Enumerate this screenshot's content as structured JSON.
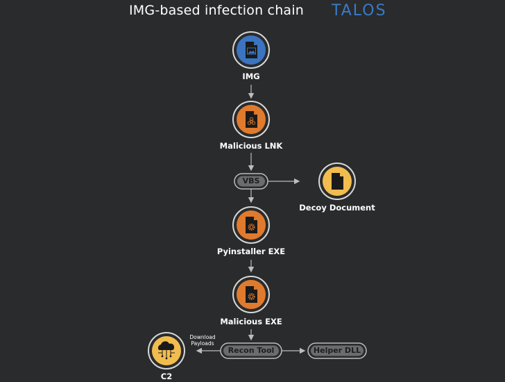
{
  "header": {
    "title": "IMG-based infection chain",
    "brand": "TALOS"
  },
  "colors": {
    "background": "#2a2b2c",
    "blue": "#3b74c1",
    "orange": "#e07b2e",
    "yellow": "#f2bd4f",
    "pill": "#6b6c6e",
    "ring": "#d8d8d8",
    "arrow": "#bdbdbd"
  },
  "nodes": {
    "img": {
      "label": "IMG",
      "icon": "image-file-icon"
    },
    "lnk": {
      "label": "Malicious LNK",
      "icon": "biohazard-file-icon"
    },
    "vbs": {
      "label": "VBS"
    },
    "decoy": {
      "label": "Decoy Document",
      "icon": "document-icon"
    },
    "pyinstaller": {
      "label": "Pyinstaller EXE",
      "icon": "gear-file-icon"
    },
    "exe": {
      "label": "Malicious EXE",
      "icon": "gear-file-icon"
    },
    "recon": {
      "label": "Recon Tool"
    },
    "helper": {
      "label": "Helper DLL"
    },
    "c2": {
      "label": "C2",
      "icon": "cloud-network-icon"
    }
  },
  "edges": {
    "recon_to_c2": "Download\nPayloads"
  }
}
